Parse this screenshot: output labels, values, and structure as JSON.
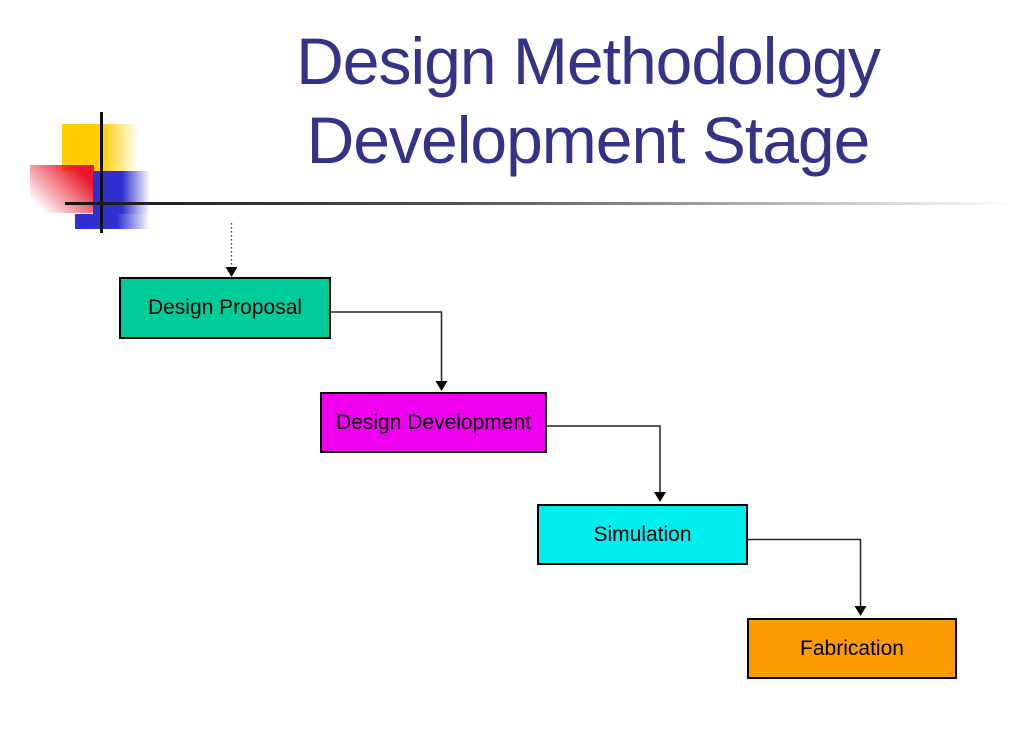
{
  "slide": {
    "title": {
      "line1": "Design Methodology",
      "line2": "Development Stage",
      "color": "#333388"
    },
    "decoration": {
      "yellow": "#FFCC00",
      "red": "#E8192C",
      "blue": "#3030D0",
      "cross_color": "#111111",
      "divider_start": "#141414",
      "divider_end": "#FDFDFD"
    },
    "flowchart": {
      "border_color": "#000000",
      "text_color": "#000000",
      "arrow_color": "#222222",
      "steps": [
        {
          "label": "Design Proposal",
          "fill": "#00CC99"
        },
        {
          "label": "Design Development",
          "fill": "#EE00EE"
        },
        {
          "label": "Simulation",
          "fill": "#00EEEE"
        },
        {
          "label": "Fabrication",
          "fill": "#FC9C00"
        }
      ]
    }
  }
}
